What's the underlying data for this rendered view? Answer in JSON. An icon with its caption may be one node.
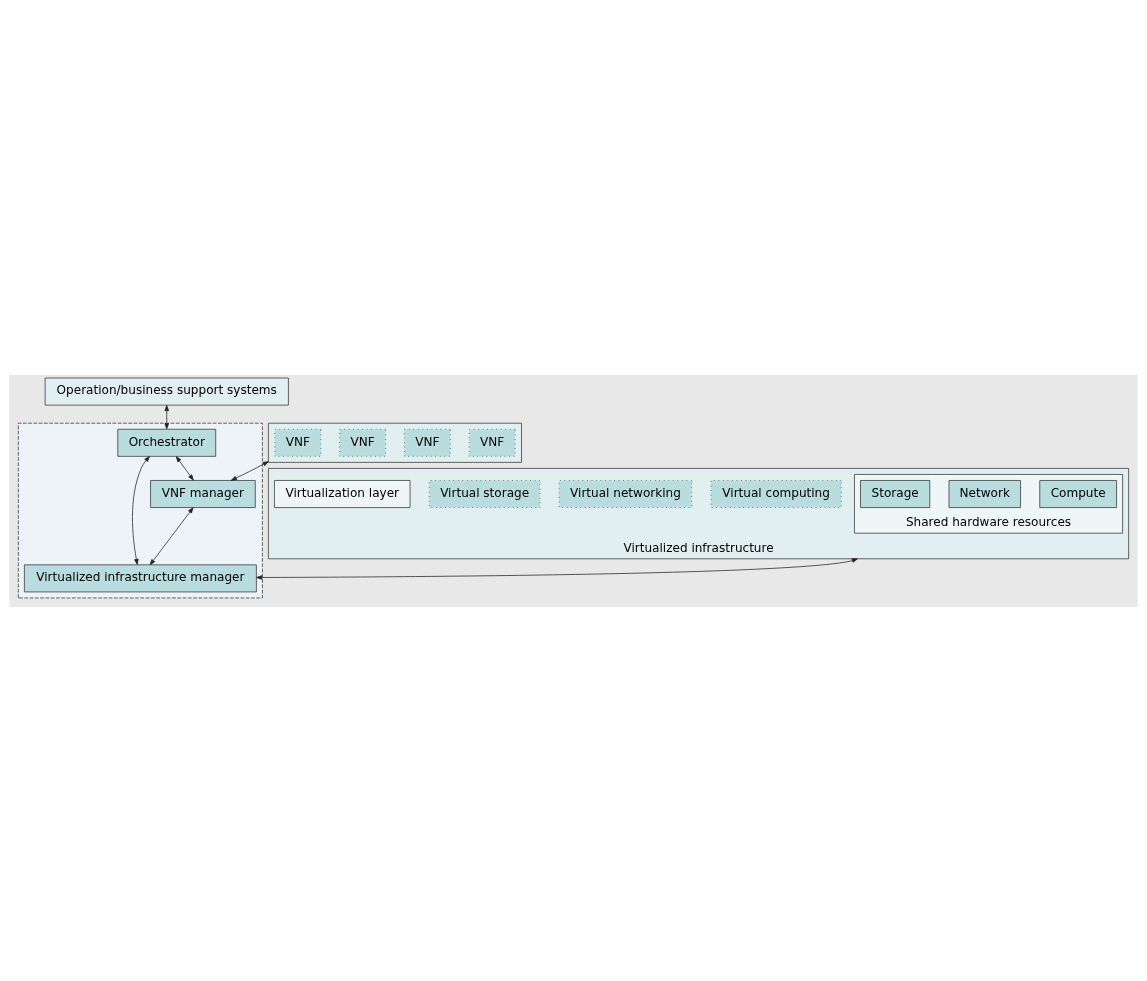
{
  "diagram": {
    "nodes": [
      {
        "text": [
          "Operation/business support systems"
        ]
      },
      {
        "text": [],
        "shape": "box"
      },
      {
        "text": [
          "VNF"
        ],
        "in": 1
      },
      {
        "text": [
          "VNF"
        ],
        "in": 1
      },
      {
        "text": [
          "VNF"
        ],
        "in": 1
      },
      {
        "text": [
          "VNF"
        ],
        "in": 1
      },
      {
        "text": [
          "Virtualized infrastructure"
        ]
      },
      {
        "text": [
          "Virtual computing"
        ],
        "in": 6
      },
      {
        "text": [
          "Virtual networking"
        ],
        "in": 6
      },
      {
        "text": [
          "Virtual storage"
        ],
        "in": 6
      },
      {
        "text": [
          "Virtualization layer"
        ],
        "in": 6
      },
      {
        "text": [
          "Shared hardware resources"
        ],
        "in": 6
      },
      {
        "text": [
          "Compute"
        ],
        "in": 11
      },
      {
        "text": [
          "Network"
        ],
        "in": 11
      },
      {
        "text": [
          "Storage"
        ],
        "in": 11
      },
      {
        "text": [],
        "shape": "box"
      },
      {
        "text": [
          "Orchestrator"
        ],
        "in": 15
      },
      {
        "text": [
          "VNF manager"
        ],
        "in": 15
      },
      {
        "text": [
          "Virtualized infrastructure manager"
        ],
        "in": 15
      }
    ],
    "edges": [
      {
        "from": 0,
        "to": 16,
        "arrow": "both"
      },
      {
        "from": 16,
        "to": 17,
        "arrow": "both"
      },
      {
        "from": 1,
        "to": 17,
        "arrow": "both"
      },
      {
        "from": 17,
        "to": 18,
        "arrow": "both"
      },
      {
        "from": 6,
        "to": 18,
        "arrow": "both"
      },
      {
        "from": 16,
        "to": 18,
        "arrow": "both"
      }
    ]
  }
}
